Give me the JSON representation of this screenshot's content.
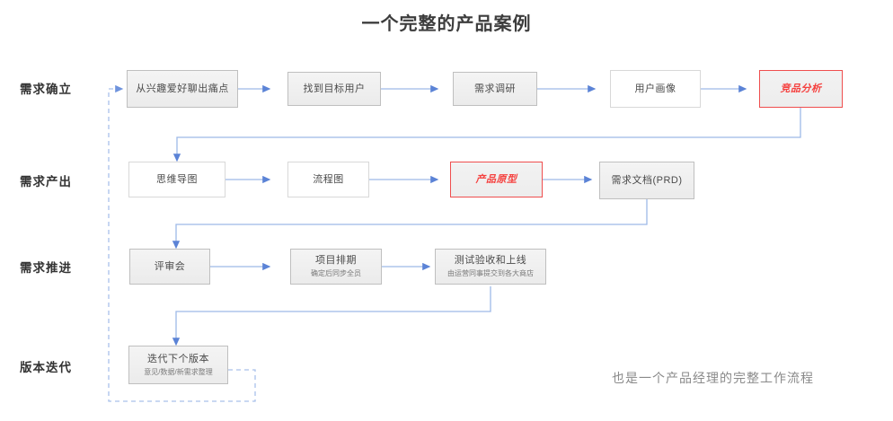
{
  "page": {
    "title": "一个完整的产品案例",
    "caption": "也是一个产品经理的完整工作流程"
  },
  "rows": [
    {
      "label": "需求确立"
    },
    {
      "label": "需求产出"
    },
    {
      "label": "需求推进"
    },
    {
      "label": "版本迭代"
    }
  ],
  "nodes": {
    "n1": {
      "title": "从兴趣爱好聊出痛点",
      "sub": ""
    },
    "n2": {
      "title": "找到目标用户",
      "sub": ""
    },
    "n3": {
      "title": "需求调研",
      "sub": ""
    },
    "n4": {
      "title": "用户画像",
      "sub": ""
    },
    "n5": {
      "title": "竞品分析",
      "sub": ""
    },
    "n6": {
      "title": "思维导图",
      "sub": ""
    },
    "n7": {
      "title": "流程图",
      "sub": ""
    },
    "n8": {
      "title": "产品原型",
      "sub": ""
    },
    "n9": {
      "title": "需求文档(PRD)",
      "sub": ""
    },
    "n10": {
      "title": "评审会",
      "sub": ""
    },
    "n11": {
      "title": "项目排期",
      "sub": "确定后同步全员"
    },
    "n12": {
      "title": "测试验收和上线",
      "sub": "由运营同事提交到各大商店"
    },
    "n13": {
      "title": "迭代下个版本",
      "sub": "意见/数据/新需求整理"
    }
  },
  "colors": {
    "arrow": "#7a9fe8",
    "dashed": "#9db9ea",
    "highlight": "#f5413f",
    "box_border": "#bfbfbf",
    "text": "#4a4a4a",
    "label": "#333333",
    "caption": "#8a8a8a"
  }
}
